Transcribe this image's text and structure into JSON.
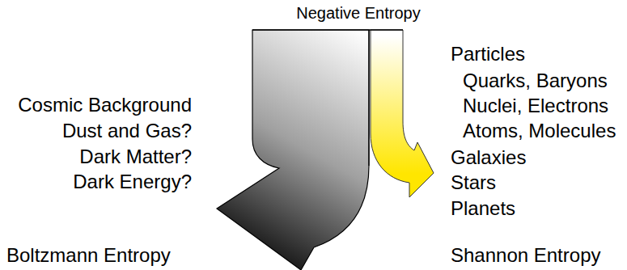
{
  "diagram": {
    "labels": [
      "Negative Entropy",
      "Cosmic Background",
      "Dust and Gas?",
      "Dark Matter?",
      "Dark Energy?",
      "Boltzmann Entropy",
      "Particles",
      "Quarks, Baryons",
      "Nuclei, Electrons",
      "Atoms, Molecules",
      "Galaxies",
      "Stars",
      "Planets",
      "Shannon Entropy"
    ]
  }
}
